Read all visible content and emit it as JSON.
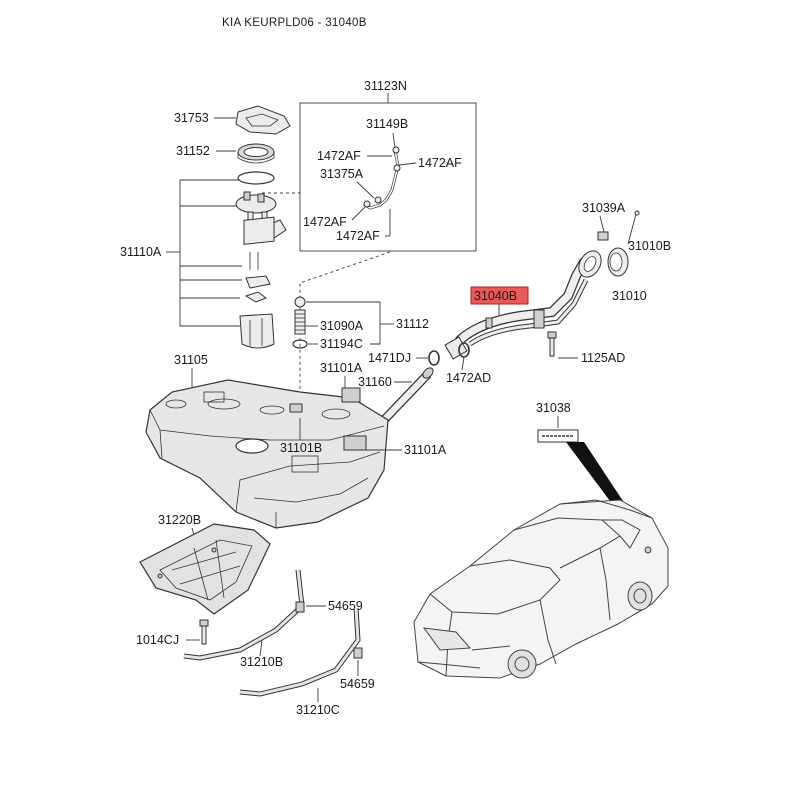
{
  "title": "KIA KEURPLD06 - 31040B",
  "highlight_color": "#e85a5a",
  "labels": {
    "p31123N": "31123N",
    "p31149B": "31149B",
    "p31753": "31753",
    "p31152": "31152",
    "p1472AF_a": "1472AF",
    "p1472AF_b": "1472AF",
    "p31375A": "31375A",
    "p1472AF_c": "1472AF",
    "p1472AF_d": "1472AF",
    "p31110A": "31110A",
    "p31090A": "31090A",
    "p31112": "31112",
    "p31194C": "31194C",
    "p31039A": "31039A",
    "p31010B": "31010B",
    "p31010": "31010",
    "p31040B": "31040B",
    "p1125AD": "1125AD",
    "p1471DJ": "1471DJ",
    "p1472AD": "1472AD",
    "p31101A_a": "31101A",
    "p31160": "31160",
    "p31105": "31105",
    "p31101B": "31101B",
    "p31101A_b": "31101A",
    "p31038": "31038",
    "p31220B": "31220B",
    "p54659_a": "54659",
    "p1014CJ": "1014CJ",
    "p31210B": "31210B",
    "p54659_b": "54659",
    "p31210C": "31210C"
  }
}
